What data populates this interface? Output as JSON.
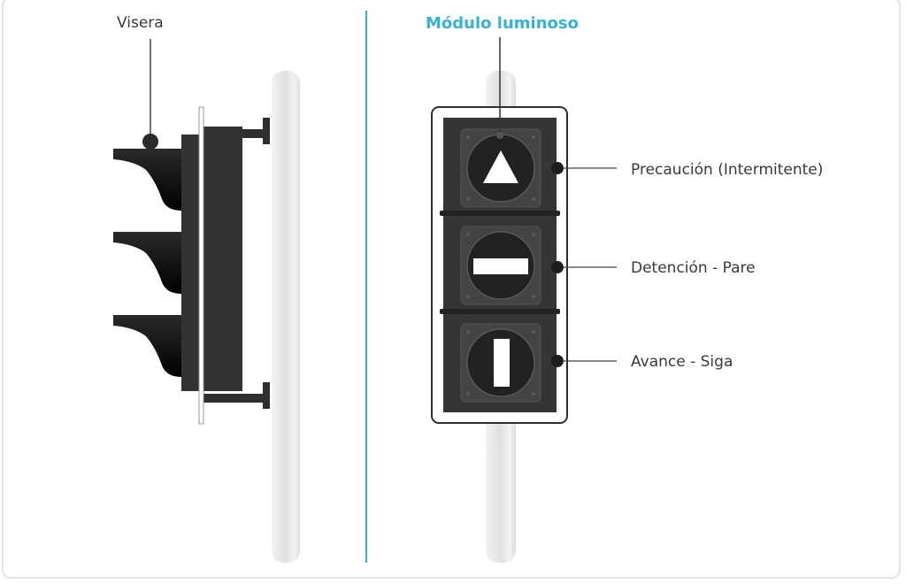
{
  "left_panel": {
    "label_visor": "Visera"
  },
  "right_panel": {
    "title": "Módulo luminoso",
    "labels": [
      {
        "text": "Precaución (Intermitente)",
        "symbol": "triangle"
      },
      {
        "text": "Detención - Pare",
        "symbol": "horizontal-bar"
      },
      {
        "text": "Avance - Siga",
        "symbol": "vertical-bar"
      }
    ]
  },
  "colors": {
    "accent": "#35b3d6",
    "housing": "#333335",
    "visor": "#111111",
    "pole": "#e6e6e6",
    "text": "#3a3a3a"
  }
}
